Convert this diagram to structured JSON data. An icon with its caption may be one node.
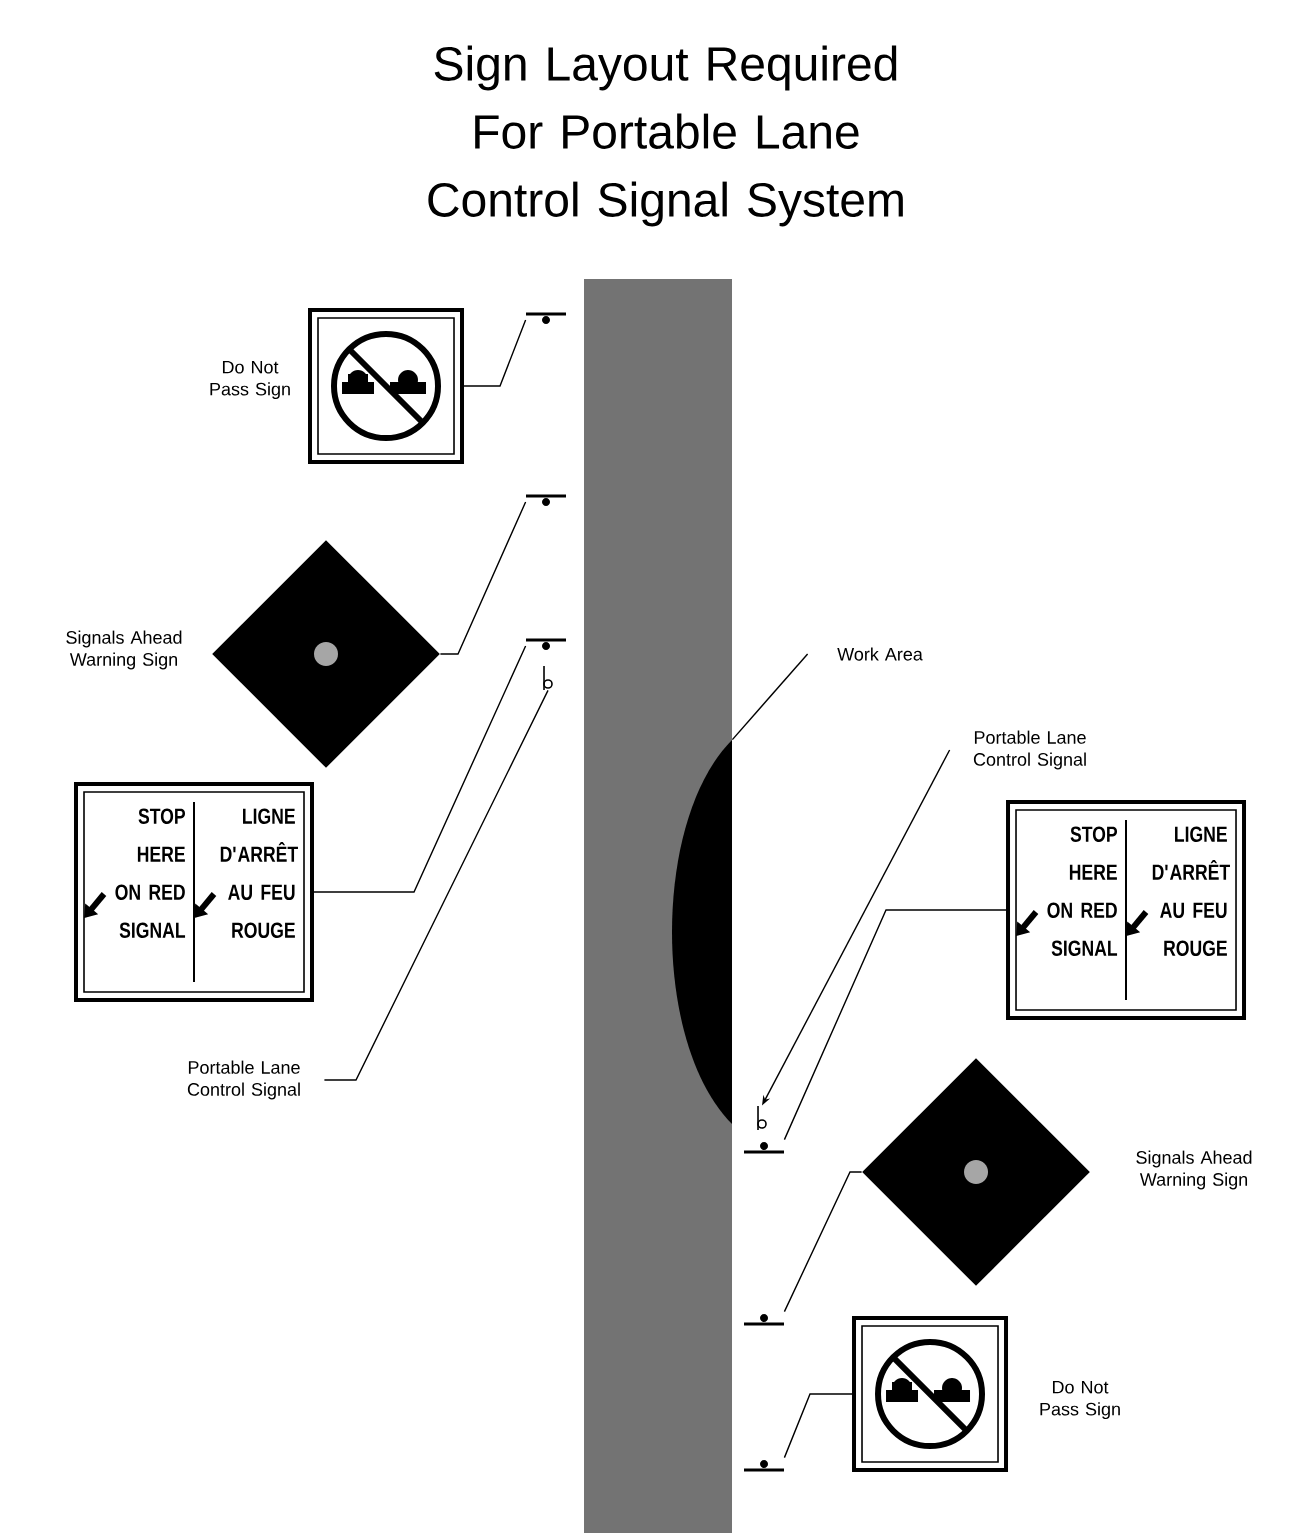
{
  "diagram": {
    "title": "Sign Layout Required For Portable Lane Control Signal System",
    "nodes": [
      {
        "text": [],
        "shape": "band"
      },
      {
        "text": [],
        "shape": "ellipse",
        "in": 0
      },
      {
        "text": [],
        "shape": "box",
        "beside": [
          "Do Not Pass Sign"
        ]
      },
      {
        "text": [],
        "shape": "bar"
      },
      {
        "text": [],
        "shape": "diamond",
        "beside": [
          "Signals Ahead Warning Sign"
        ]
      },
      {
        "text": [],
        "shape": "bar"
      },
      {
        "text": [
          "STOP HERE ON RED SIGNAL",
          "LIGNE D'ARRÊT AU FEU ROUGE"
        ]
      },
      {
        "text": [],
        "shape": "bar"
      },
      {
        "text": [],
        "shape": "circle"
      },
      {
        "text": [
          "Portable Lane Control Signal"
        ]
      },
      {
        "text": [
          "Work Area"
        ]
      },
      {
        "text": [
          "Portable Lane Control Signal"
        ]
      },
      {
        "text": [
          "STOP HERE ON RED SIGNAL",
          "LIGNE D'ARRÊT AU FEU ROUGE"
        ]
      },
      {
        "text": [],
        "shape": "circle"
      },
      {
        "text": [],
        "shape": "bar"
      },
      {
        "text": [],
        "shape": "diamond",
        "beside": [
          "Signals Ahead Warning Sign"
        ]
      },
      {
        "text": [],
        "shape": "bar"
      },
      {
        "text": [],
        "shape": "box",
        "beside": [
          "Do Not Pass Sign"
        ]
      },
      {
        "text": [],
        "shape": "bar"
      }
    ],
    "edges": [
      {
        "from": 2,
        "to": 3,
        "arrow": "none"
      },
      {
        "from": 4,
        "to": 5,
        "arrow": "none"
      },
      {
        "from": 6,
        "to": 7,
        "arrow": "none"
      },
      {
        "from": 9,
        "to": 8,
        "arrow": "none"
      },
      {
        "from": 10,
        "to": 1,
        "arrow": "none"
      },
      {
        "from": 11,
        "to": 13,
        "arrow": "to"
      },
      {
        "from": 12,
        "to": 14,
        "arrow": "none"
      },
      {
        "from": 15,
        "to": 16,
        "arrow": "none"
      },
      {
        "from": 17,
        "to": 18,
        "arrow": "none"
      }
    ]
  }
}
